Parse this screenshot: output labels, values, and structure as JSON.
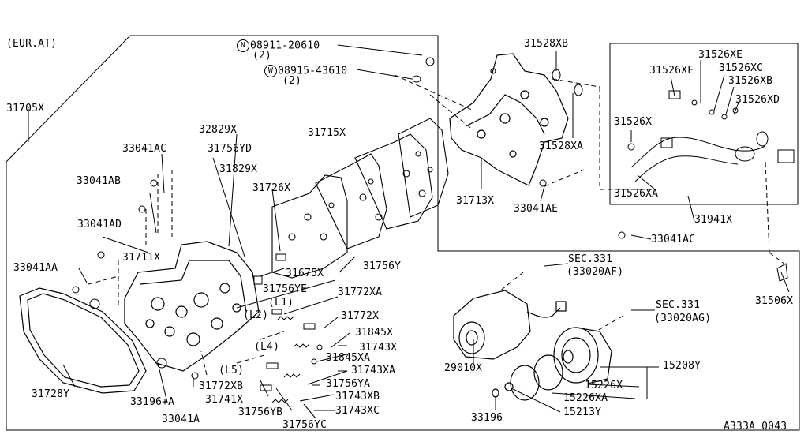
{
  "diagram": {
    "variant_note": "(EUR.AT)",
    "drawing_code": "A333A 0043",
    "labels": {
      "nut_symbol": "N",
      "washer_symbol": "W",
      "nut_part": "08911-20610",
      "nut_qty": "(2)",
      "washer_part": "08915-43610",
      "washer_qty": "(2)",
      "p31528XB": "31528XB",
      "p31526XE": "31526XE",
      "p31526XF": "31526XF",
      "p31526XC": "31526XC",
      "p31526XB": "31526XB",
      "p31526XD": "31526XD",
      "p31526X": "31526X",
      "p31526XA": "31526XA",
      "p31941X": "31941X",
      "p31705X": "31705X",
      "p32829X": "32829X",
      "p33041AC_top": "33041AC",
      "p31756YD": "31756YD",
      "p31715X": "31715X",
      "p31528XA": "31528XA",
      "p31829X": "31829X",
      "p33041AB": "33041AB",
      "p31726X": "31726X",
      "p31713X": "31713X",
      "p33041AE": "33041AE",
      "p33041AD": "33041AD",
      "p33041AC_right": "33041AC",
      "p31711X": "31711X",
      "p33041AA": "33041AA",
      "p31756Y": "31756Y",
      "p31675X": "31675X",
      "p31756YE": "31756YE",
      "L1": "(L1)",
      "p31772XA": "31772XA",
      "L2": "(L2)",
      "p31772X": "31772X",
      "p31845X": "31845X",
      "L4": "(L4)",
      "p31743X": "31743X",
      "p31845XA": "31845XA",
      "p31743XA": "31743XA",
      "L5": "(L5)",
      "p31756YA": "31756YA",
      "p31772XB": "31772XB",
      "p31743XB": "31743XB",
      "p31728Y": "31728Y",
      "p33196A": "33196+A",
      "p31741X": "31741X",
      "p31756YB": "31756YB",
      "p31743XC": "31743XC",
      "p33041A": "33041A",
      "p31756YC": "31756YC",
      "sec331_a": "SEC.331",
      "sec331_a_ref": "(33020AF)",
      "sec331_b": "SEC.331",
      "sec331_b_ref": "(33020AG)",
      "p31506X": "31506X",
      "p15208Y": "15208Y",
      "p29010X": "29010X",
      "p15226X": "15226X",
      "p15226XA": "15226XA",
      "p33196": "33196",
      "p15213Y": "15213Y"
    }
  }
}
